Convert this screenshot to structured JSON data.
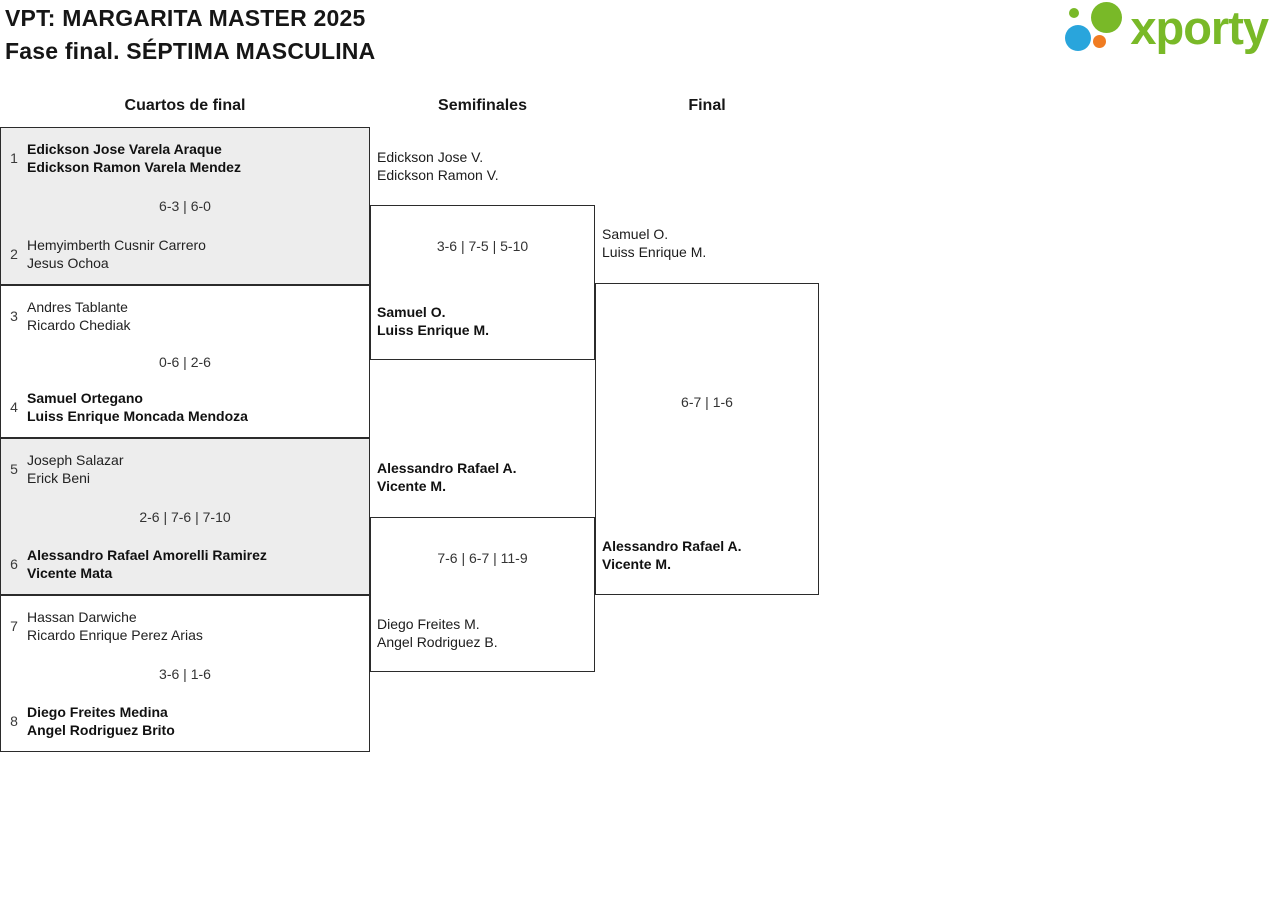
{
  "header": {
    "title_line1": "VPT: MARGARITA MASTER 2025",
    "title_line2": "Fase final. SÉPTIMA MASCULINA",
    "logo_text": "xporty"
  },
  "colors": {
    "brand_green": "#79b928",
    "brand_blue": "#29a5dc",
    "brand_orange": "#f07c22",
    "match_box_gray": "#ededed"
  },
  "rounds": [
    {
      "label": "Cuartos de final"
    },
    {
      "label": "Semifinales"
    },
    {
      "label": "Final"
    }
  ],
  "quarterfinals": [
    {
      "seed_top": "1",
      "team_top_line1": "Edickson Jose Varela Araque",
      "team_top_line2": "Edickson Ramon Varela Mendez",
      "score": "6-3 | 6-0",
      "seed_bottom": "2",
      "team_bottom_line1": "Hemyimberth Cusnir Carrero",
      "team_bottom_line2": "Jesus Ochoa"
    },
    {
      "seed_top": "3",
      "team_top_line1": "Andres Tablante",
      "team_top_line2": "Ricardo Chediak",
      "score": "0-6 | 2-6",
      "seed_bottom": "4",
      "team_bottom_line1": "Samuel Ortegano",
      "team_bottom_line2": "Luiss Enrique Moncada Mendoza"
    },
    {
      "seed_top": "5",
      "team_top_line1": "Joseph Salazar",
      "team_top_line2": "Erick Beni",
      "score": "2-6 | 7-6 | 7-10",
      "seed_bottom": "6",
      "team_bottom_line1": "Alessandro Rafael Amorelli Ramirez",
      "team_bottom_line2": "Vicente Mata"
    },
    {
      "seed_top": "7",
      "team_top_line1": "Hassan Darwiche",
      "team_top_line2": "Ricardo Enrique Perez Arias",
      "score": "3-6 | 1-6",
      "seed_bottom": "8",
      "team_bottom_line1": "Diego Freites Medina",
      "team_bottom_line2": "Angel Rodriguez Brito"
    }
  ],
  "semifinals": [
    {
      "team_top_line1": "Edickson Jose V.",
      "team_top_line2": "Edickson Ramon V.",
      "score": "3-6 | 7-5 | 5-10",
      "team_bottom_line1": "Samuel O.",
      "team_bottom_line2": "Luiss Enrique M."
    },
    {
      "team_top_line1": "Alessandro Rafael A.",
      "team_top_line2": "Vicente M.",
      "score": "7-6 | 6-7 | 11-9",
      "team_bottom_line1": "Diego Freites M.",
      "team_bottom_line2": "Angel Rodriguez B."
    }
  ],
  "final": {
    "team_top_line1": "Samuel O.",
    "team_top_line2": "Luiss Enrique M.",
    "score": "6-7 | 1-6",
    "team_bottom_line1": "Alessandro Rafael A.",
    "team_bottom_line2": "Vicente M."
  }
}
